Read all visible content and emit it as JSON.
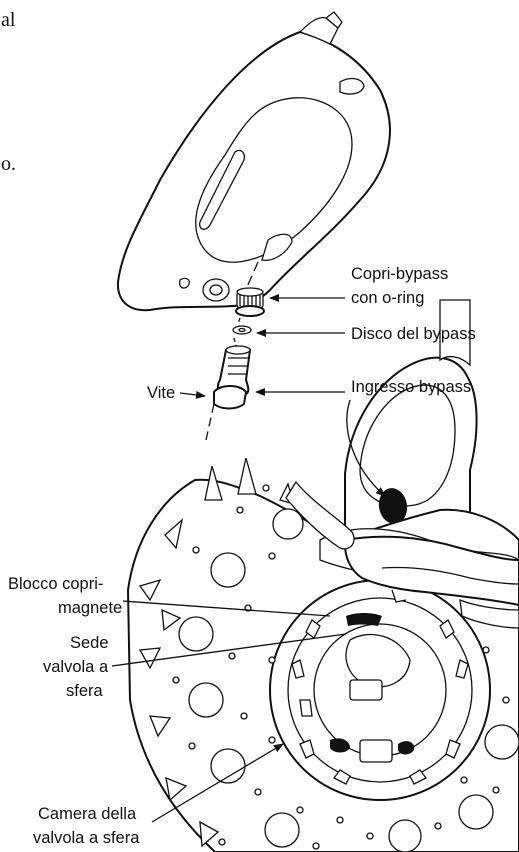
{
  "clipped_text": [
    "al",
    "o."
  ],
  "labels": {
    "copri_bypass_line1": "Copri-bypass",
    "copri_bypass_line2": "con o-ring",
    "disco_bypass": "Disco del bypass",
    "ingresso_bypass": "Ingresso bypass",
    "vite": "Vite",
    "blocco_line1": "Blocco copri-",
    "blocco_line2": "magnete",
    "sede_line1": "Sede",
    "sede_line2": "valvola a",
    "sede_line3": "sfera",
    "camera_line1": "Camera della",
    "camera_line2": "valvola a sfera"
  },
  "colors": {
    "ink": "#111111",
    "paper": "#ffffff"
  }
}
